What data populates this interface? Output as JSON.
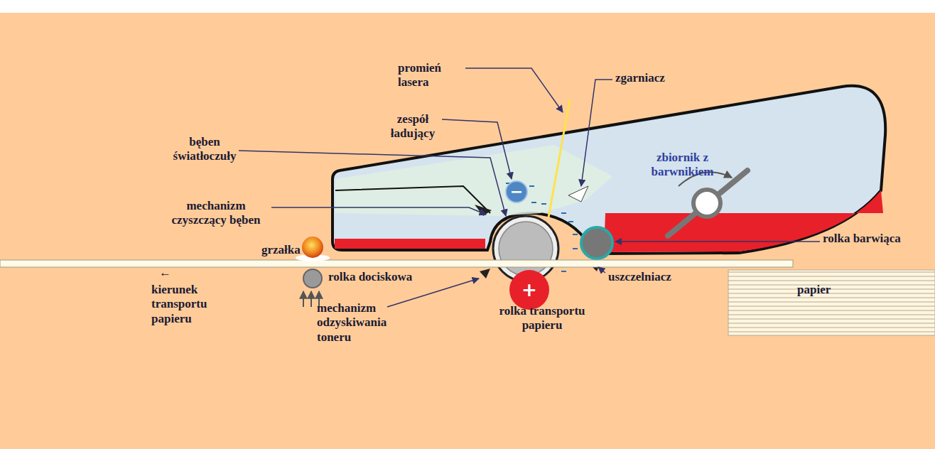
{
  "diagram": {
    "nodes": [
      {
        "text": [
          "−"
        ]
      },
      {
        "text": [
          "+"
        ]
      }
    ],
    "labels": [
      "promień lasera",
      "zgarniacz",
      "zespół ładujący",
      "bęben światłoczuły",
      "zbiornik z barwnikiem",
      "mechanizm czyszczący bęben",
      "rolka barwiąca",
      "grzałka",
      "rolka dociskowa",
      "uszczelniacz",
      "papier",
      "←",
      "kierunek transportu papieru",
      "mechanizm odzyskiwania toneru",
      "rolka transportu papieru"
    ]
  }
}
